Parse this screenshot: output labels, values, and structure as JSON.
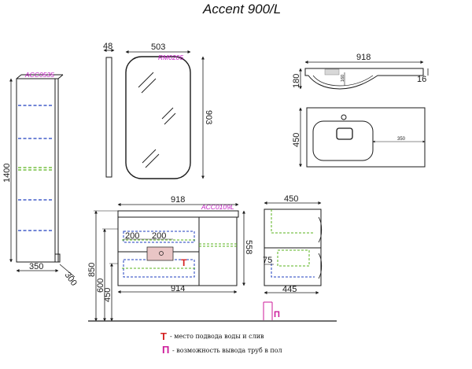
{
  "title": "Accent 900/L",
  "colors": {
    "line": "#1a1a1a",
    "blue_dash": "#1f3fbf",
    "green_dash": "#5ab31e",
    "code_magenta": "#c21ac2",
    "marker_red": "#d42020",
    "marker_magenta": "#cc1a9a",
    "pink_fill": "#e9c5c5",
    "gray_sink": "#d8d8d8"
  },
  "codes": {
    "column": "ACC0535",
    "mirror": "RM0205",
    "cabinet": "ACC0109L"
  },
  "dims": {
    "mirror_depth": "48",
    "mirror_width": "503",
    "mirror_height": "903",
    "sink_width": "918",
    "sink_height": "180",
    "sink_inner": "160",
    "sink_rim": "16",
    "sink_depth": "450",
    "sink_offset": "350",
    "column_height": "1400",
    "column_width": "350",
    "column_depth": "300",
    "cab_width": "918",
    "cab_inner_width": "914",
    "cab_height": "558",
    "drawer_a": "200",
    "drawer_b": "200",
    "h_850": "850",
    "h_600": "600",
    "h_450": "450",
    "side_width": "450",
    "side_depth": "445",
    "side_75": "75"
  },
  "legend": {
    "t_symbol": "T",
    "t_text": "- место подвода воды и слив",
    "p_symbol": "П",
    "p_text": "- возможность вывода труб в пол"
  }
}
